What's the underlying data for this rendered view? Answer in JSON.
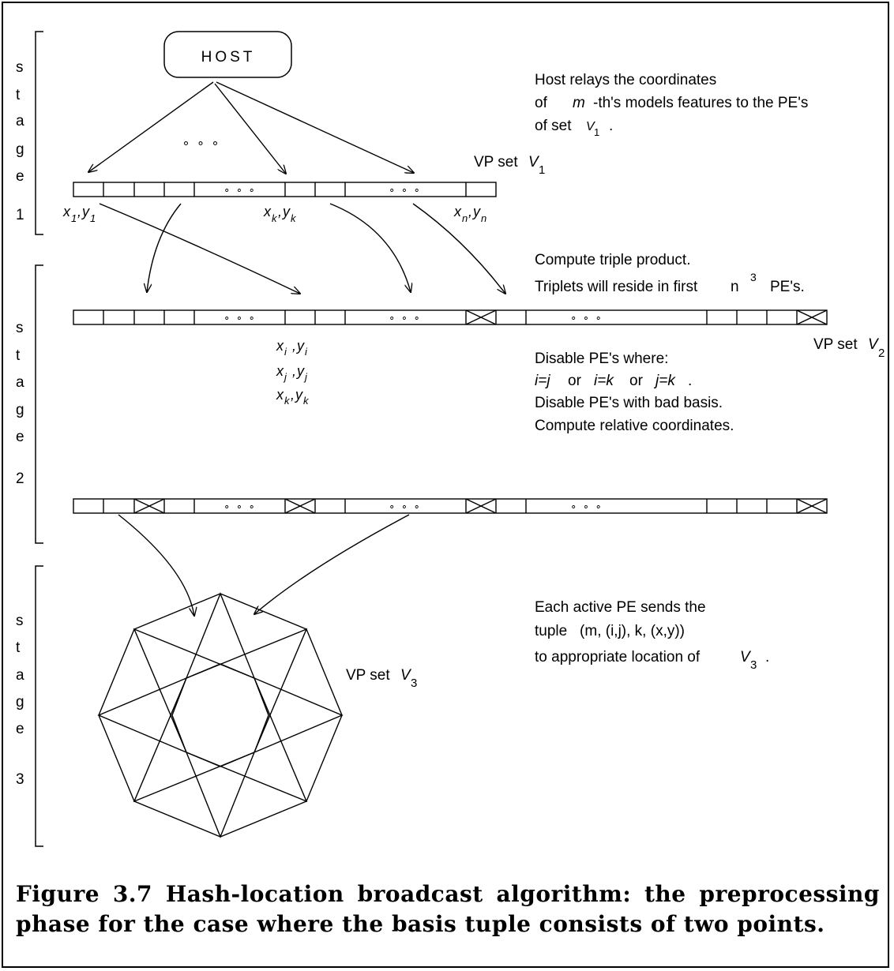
{
  "stage_word": "stage",
  "stages": [
    {
      "number": "1",
      "letters": [
        "s",
        "t",
        "a",
        "g",
        "e"
      ]
    },
    {
      "number": "2",
      "letters": [
        "s",
        "t",
        "a",
        "g",
        "e"
      ]
    },
    {
      "number": "3",
      "letters": [
        "s",
        "t",
        "a",
        "g",
        "e"
      ]
    }
  ],
  "host_label": "HOST",
  "ellipsis": "∘ ∘ ∘",
  "stage1": {
    "note": {
      "line1": "Host relays the coordinates",
      "line2_a": "of",
      "line2_m": "m",
      "line2_b": "-th's models features to the PE's",
      "line3_a": "of set",
      "line3_v": "V",
      "line3_sub": "1",
      "line3_end": "."
    },
    "vp_label": "VP set",
    "vp_var": "V",
    "vp_sub": "1",
    "labels": {
      "first": {
        "x": "x",
        "xs": "1",
        "sep": ",",
        "y": "y",
        "ys": "1"
      },
      "kth": {
        "x": "x",
        "xs": "k",
        "sep": ",",
        "y": "y",
        "ys": "k"
      },
      "last": {
        "x": "x",
        "xs": "n",
        "sep": ",",
        "y": "y",
        "ys": "n"
      }
    }
  },
  "stage2": {
    "note_top": {
      "line1": "Compute triple product.",
      "line2_a": "Triplets will reside in first",
      "line2_n": "n",
      "line2_sup": "3",
      "line2_b": "PE's."
    },
    "vp_label": "VP set",
    "vp_var": "V",
    "vp_sub": "2",
    "triplet": [
      {
        "x": "x",
        "xs": "i",
        "sep": ",",
        "y": "y",
        "ys": "i"
      },
      {
        "x": "x",
        "xs": "j",
        "sep": ",",
        "y": "y",
        "ys": "j"
      },
      {
        "x": "x",
        "xs": "k",
        "sep": ",",
        "y": "y",
        "ys": "k"
      }
    ],
    "note_mid": {
      "line1": "Disable  PE's where:",
      "c1": "i=j",
      "or1": "or",
      "c2": "i=k",
      "or2": "or",
      "c3": "j=k",
      "end": ".",
      "line3": "Disable PE's with bad basis.",
      "line4": "Compute relative coordinates."
    }
  },
  "stage3": {
    "note": {
      "line1": "Each active PE sends the",
      "line2": "tuple   (m, (i,j), k, (x,y))",
      "line3_a": "to appropriate location of",
      "line3_v": "V",
      "line3_sub": "3",
      "line3_end": "."
    },
    "vp_label": "VP set",
    "vp_var": "V",
    "vp_sub": "3"
  },
  "caption": "Figure 3.7  Hash-location broadcast algorithm: the preprocessing phase for the case where the basis tuple consists of two points."
}
